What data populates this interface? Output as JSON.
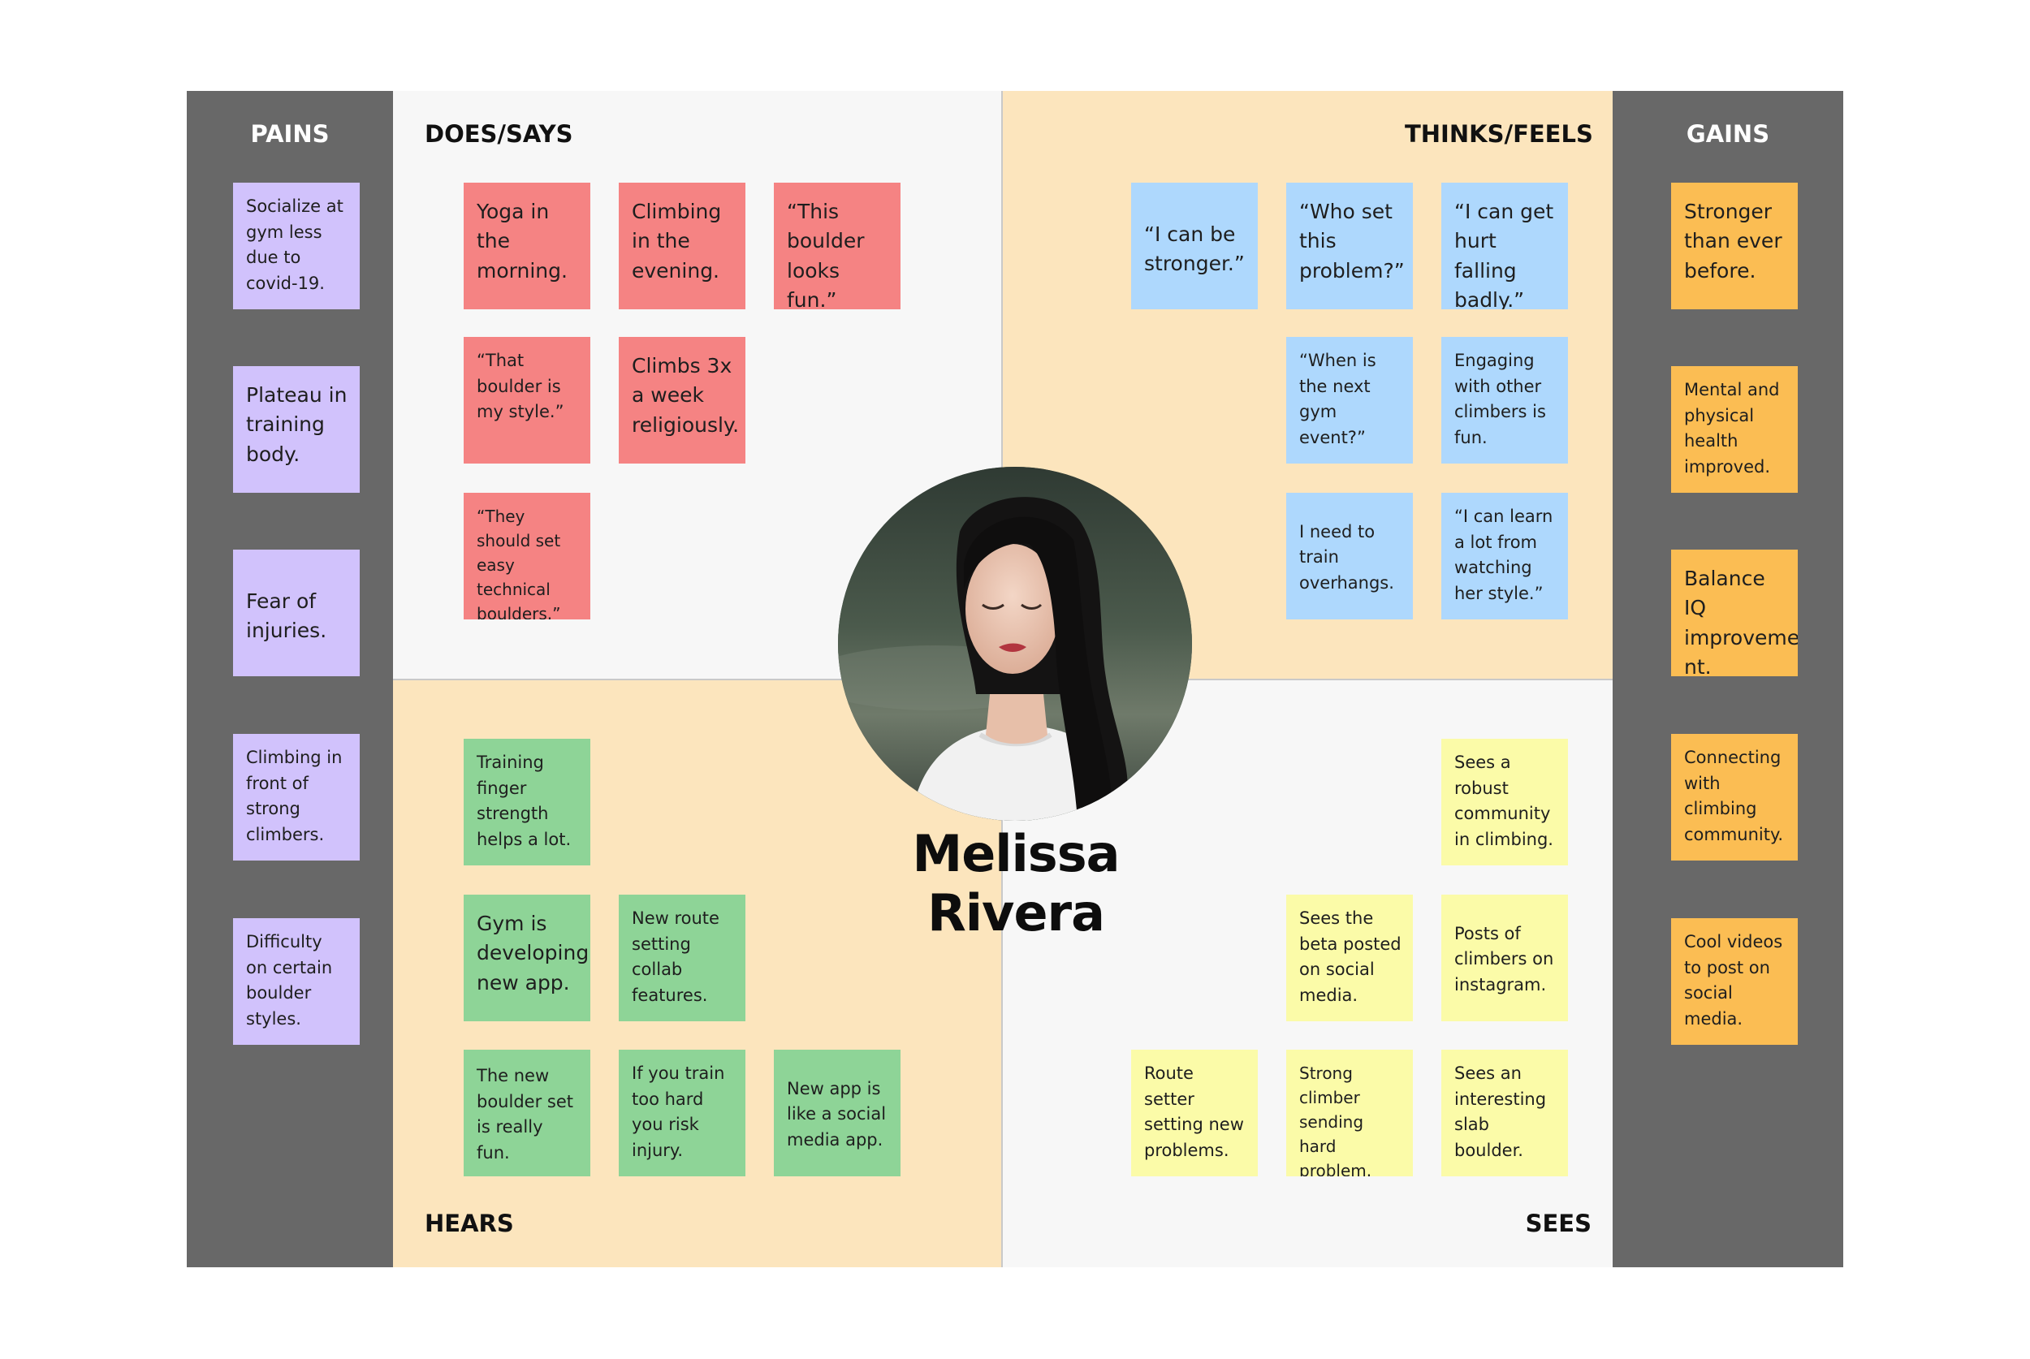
{
  "pains": {
    "title": "PAINS",
    "notes": [
      "Socialize at gym less due to covid-19.",
      "Plateau in training body.",
      "Fear of injuries.",
      "Climbing in front of strong climbers.",
      "Difficulty on certain boulder styles."
    ]
  },
  "gains": {
    "title": "GAINS",
    "notes": [
      "Stronger than ever before.",
      "Mental and physical health improved.",
      "Balance IQ improveme nt.",
      "Connecting with climbing community.",
      "Cool videos to post on social media."
    ]
  },
  "does_says": {
    "title": "DOES/SAYS",
    "notes": [
      "Yoga in the morning.",
      "Climbing in the evening.",
      "“This boulder looks fun.”",
      "“That boulder is my style.”",
      "Climbs 3x a week religiously.",
      "“They should set easy technical boulders.”"
    ]
  },
  "thinks_feels": {
    "title": "THINKS/FEELS",
    "notes": [
      "“I can be stronger.”",
      "“Who set this problem?”",
      "“I can get hurt falling badly.”",
      "“When is the next gym event?”",
      "Engaging with other climbers is fun.",
      "I need to train overhangs.",
      "“I can learn a lot from watching her style.”"
    ]
  },
  "hears": {
    "title": "HEARS",
    "notes": [
      "Training finger strength helps a lot.",
      "Gym is developing new app.",
      "New route setting collab features.",
      "The new boulder set is really fun.",
      "If you train too hard you risk injury.",
      "New app is like a social media app."
    ]
  },
  "sees": {
    "title": "SEES",
    "notes": [
      "Sees a robust community in climbing.",
      "Sees the beta posted on social media.",
      "Posts of climbers on instagram.",
      "Route setter setting new problems.",
      "Strong climber sending hard problem.",
      "Sees an interesting slab boulder."
    ]
  },
  "persona": {
    "name": "Melissa Rivera"
  },
  "colors": {
    "side_panel": "#686868",
    "pains_note": "#d1c2fc",
    "gains_note": "#fbbd53",
    "does_note": "#f58383",
    "thinks_note": "#aed8fd",
    "hears_note": "#8ed497",
    "sees_note": "#fbfba8",
    "warm_quadrant": "#fce5bd",
    "cool_quadrant": "#f7f7f7"
  }
}
